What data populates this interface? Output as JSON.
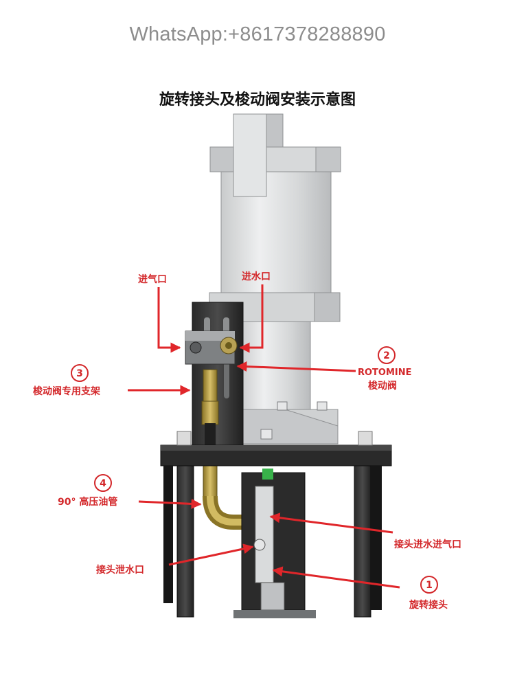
{
  "header": {
    "watermark": "WhatsApp:+8617378288890",
    "title": "旋转接头及梭动阀安装示意图"
  },
  "callouts": {
    "air_inlet": "进气口",
    "water_inlet": "进水口",
    "valve": {
      "number": "2",
      "line1": "ROTOMINE",
      "line2": "梭动阀"
    },
    "bracket": {
      "number": "3",
      "text": "梭动阀专用支架"
    },
    "hose": {
      "number": "4",
      "text": "90° 高压油管"
    },
    "joint_inlet": "接头进水进气口",
    "drain": "接头泄水口",
    "rotary_joint": {
      "number": "1",
      "text": "旋转接头"
    }
  },
  "colors": {
    "label_red": "#d3272a",
    "arrow_red": "#e0262a",
    "machine_gray": "#d9dbdc",
    "frame_black": "#1c1c1c",
    "brass": "#b9a045"
  }
}
